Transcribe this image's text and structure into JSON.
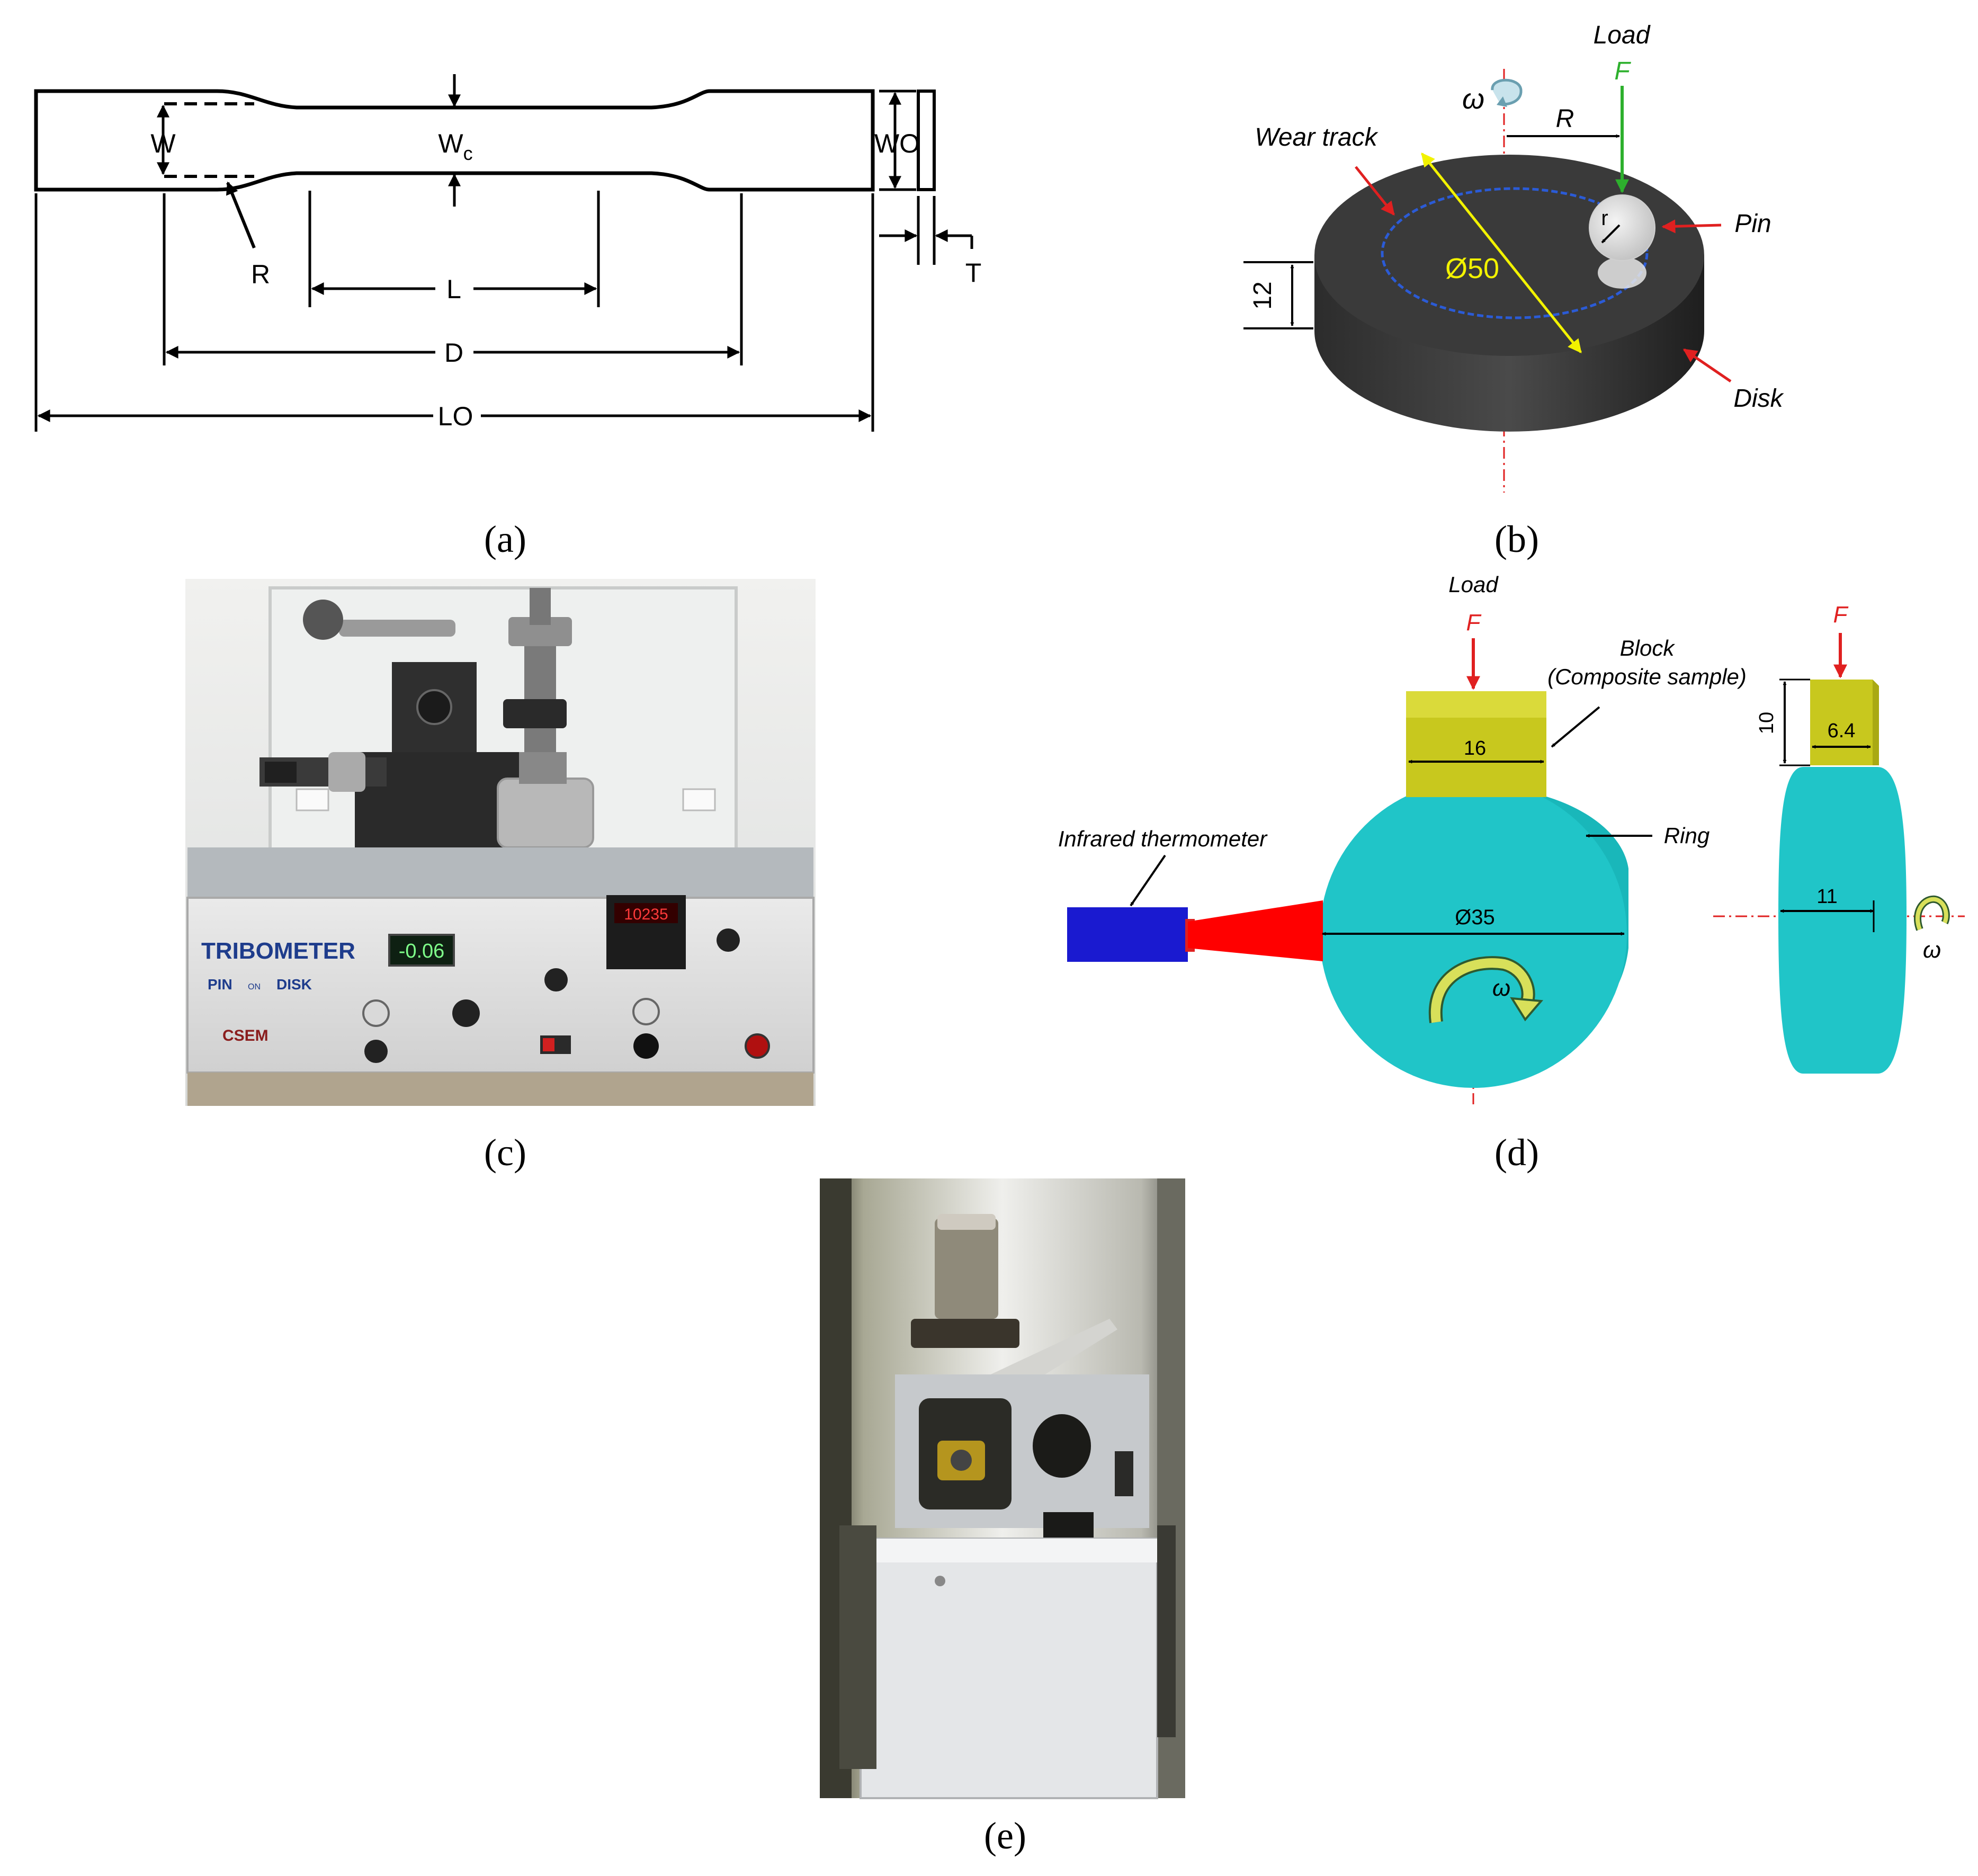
{
  "panels": {
    "a": {
      "caption": "(a)",
      "labels": {
        "W": "W",
        "Wc_main": "W",
        "Wc_sub": "c",
        "WO": "WO",
        "R": "R",
        "L": "L",
        "D": "D",
        "LO": "LO",
        "T": "T"
      }
    },
    "b": {
      "caption": "(b)",
      "labels": {
        "load": "Load",
        "force": "F",
        "omega": "ω",
        "radius": "R",
        "wear_track": "Wear track",
        "pin": "Pin",
        "disk": "Disk",
        "pin_radius": "r",
        "diameter": "Ø50",
        "thickness": "12"
      },
      "colors": {
        "disk": "#3a3a3a",
        "track": "#2b5bd6",
        "diameter_arrow": "#f2f200",
        "force_arrow": "#2db02d",
        "pointer_arrow": "#e02020"
      }
    },
    "c": {
      "caption": "(c)",
      "photo_text": {
        "title": "TRIBOMETER",
        "subtitle_pin": "PIN",
        "subtitle_on": "ON",
        "subtitle_disk": "DISK",
        "display_force": "-0.06",
        "display_cycles": "10235",
        "brand": "CSEM"
      }
    },
    "d": {
      "caption": "(d)",
      "labels": {
        "load": "Load",
        "force": "F",
        "force_side": "F",
        "block_line1": "Block",
        "block_line2": "(Composite sample)",
        "block_width": "16",
        "ring": "Ring",
        "thermometer": "Infrared thermometer",
        "ring_diameter": "Ø35",
        "omega": "ω",
        "omega_side": "ω",
        "side_height": "10",
        "side_depth": "6.4",
        "ring_width": "11"
      },
      "colors": {
        "ring": "#20c5c8",
        "block": "#c8c81e",
        "thermometer": "#1a1ad0",
        "beam": "#ff0000"
      }
    },
    "e": {
      "caption": "(e)"
    }
  }
}
